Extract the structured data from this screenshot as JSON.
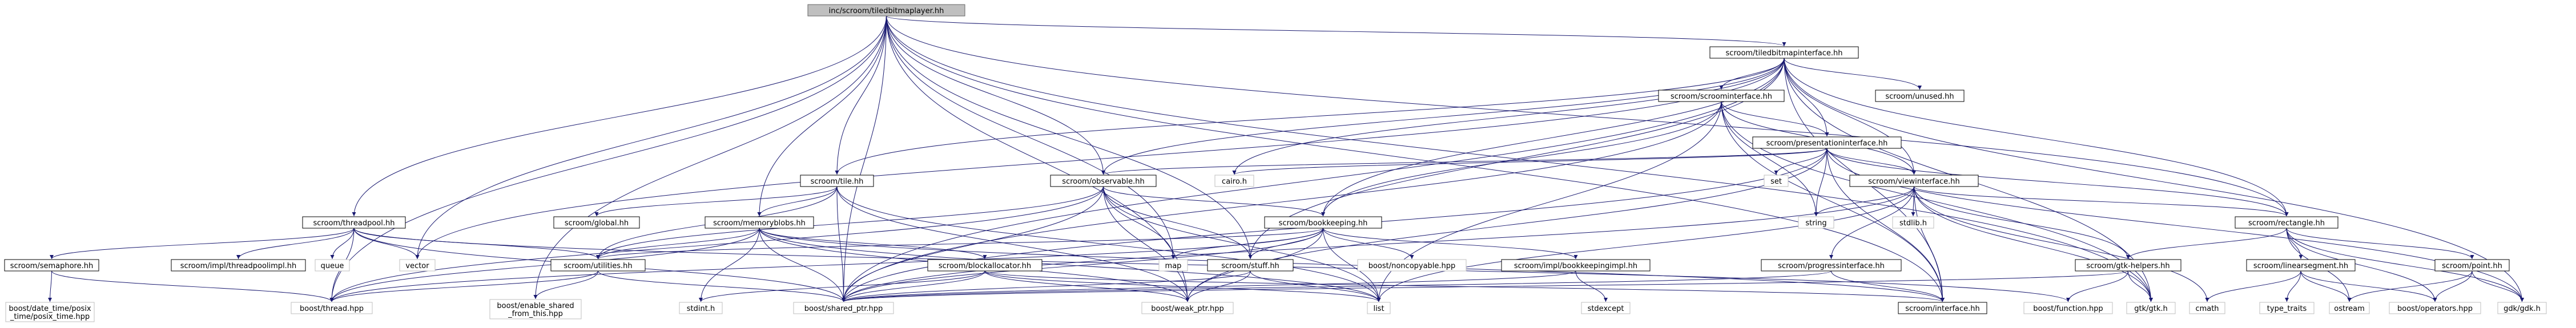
{
  "diagram": {
    "root": "inc/scroom/tiledbitmaplayer.hh",
    "colors": {
      "edge": "#191970",
      "root_fill": "#bfbfbf",
      "external_border": "#bfbfbf",
      "node_border": "#000000",
      "background": "#ffffff"
    },
    "nodes": [
      {
        "id": "root",
        "label": [
          "inc/scroom/tiledbitmaplayer.hh"
        ],
        "kind": "root"
      },
      {
        "id": "tbi",
        "label": [
          "scroom/tiledbitmapinterface.hh"
        ],
        "kind": "header"
      },
      {
        "id": "scroomif",
        "label": [
          "scroom/scroominterface.hh"
        ],
        "kind": "header"
      },
      {
        "id": "unused",
        "label": [
          "scroom/unused.hh"
        ],
        "kind": "header"
      },
      {
        "id": "presif",
        "label": [
          "scroom/presentationinterface.hh"
        ],
        "kind": "header"
      },
      {
        "id": "viewif",
        "label": [
          "scroom/viewinterface.hh"
        ],
        "kind": "header"
      },
      {
        "id": "tile",
        "label": [
          "scroom/tile.hh"
        ],
        "kind": "header"
      },
      {
        "id": "observable",
        "label": [
          "scroom/observable.hh"
        ],
        "kind": "header"
      },
      {
        "id": "global",
        "label": [
          "scroom/global.hh"
        ],
        "kind": "header"
      },
      {
        "id": "memblobs",
        "label": [
          "scroom/memoryblobs.hh"
        ],
        "kind": "header"
      },
      {
        "id": "bookkeeping",
        "label": [
          "scroom/bookkeeping.hh"
        ],
        "kind": "header"
      },
      {
        "id": "threadpool",
        "label": [
          "scroom/threadpool.hh"
        ],
        "kind": "header"
      },
      {
        "id": "semaphore",
        "label": [
          "scroom/semaphore.hh"
        ],
        "kind": "header"
      },
      {
        "id": "tpimpl",
        "label": [
          "scroom/impl/threadpoolimpl.hh"
        ],
        "kind": "header"
      },
      {
        "id": "utilities",
        "label": [
          "scroom/utilities.hh"
        ],
        "kind": "header"
      },
      {
        "id": "blockalloc",
        "label": [
          "scroom/blockallocator.hh"
        ],
        "kind": "header"
      },
      {
        "id": "stuff",
        "label": [
          "scroom/stuff.hh"
        ],
        "kind": "header"
      },
      {
        "id": "bkimpl",
        "label": [
          "scroom/impl/bookkeepingimpl.hh"
        ],
        "kind": "header"
      },
      {
        "id": "progif",
        "label": [
          "scroom/progressinterface.hh"
        ],
        "kind": "header"
      },
      {
        "id": "gtkhelpers",
        "label": [
          "scroom/gtk-helpers.hh"
        ],
        "kind": "header"
      },
      {
        "id": "rect",
        "label": [
          "scroom/rectangle.hh"
        ],
        "kind": "header"
      },
      {
        "id": "linseg",
        "label": [
          "scroom/linearsegment.hh"
        ],
        "kind": "header"
      },
      {
        "id": "point",
        "label": [
          "scroom/point.hh"
        ],
        "kind": "header"
      },
      {
        "id": "ifacehh",
        "label": [
          "scroom/interface.hh"
        ],
        "kind": "header"
      },
      {
        "id": "cairo",
        "label": [
          "cairo.h"
        ],
        "kind": "external"
      },
      {
        "id": "set",
        "label": [
          "set"
        ],
        "kind": "external"
      },
      {
        "id": "string",
        "label": [
          "string"
        ],
        "kind": "external"
      },
      {
        "id": "stdlib",
        "label": [
          "stdlib.h"
        ],
        "kind": "external"
      },
      {
        "id": "vector",
        "label": [
          "vector"
        ],
        "kind": "external"
      },
      {
        "id": "queue",
        "label": [
          "queue"
        ],
        "kind": "external"
      },
      {
        "id": "map",
        "label": [
          "map"
        ],
        "kind": "external"
      },
      {
        "id": "list",
        "label": [
          "list"
        ],
        "kind": "external"
      },
      {
        "id": "bthread",
        "label": [
          "boost/thread.hpp"
        ],
        "kind": "external"
      },
      {
        "id": "bdatetime",
        "label": [
          "boost/date_time/posix",
          "_time/posix_time.hpp"
        ],
        "kind": "external"
      },
      {
        "id": "besft",
        "label": [
          "boost/enable_shared",
          "_from_this.hpp"
        ],
        "kind": "external"
      },
      {
        "id": "stdint",
        "label": [
          "stdint.h"
        ],
        "kind": "external"
      },
      {
        "id": "bshared",
        "label": [
          "boost/shared_ptr.hpp"
        ],
        "kind": "external"
      },
      {
        "id": "bweak",
        "label": [
          "boost/weak_ptr.hpp"
        ],
        "kind": "external"
      },
      {
        "id": "bnoncopy",
        "label": [
          "boost/noncopyable.hpp"
        ],
        "kind": "external"
      },
      {
        "id": "stdexcept",
        "label": [
          "stdexcept"
        ],
        "kind": "external"
      },
      {
        "id": "bfunction",
        "label": [
          "boost/function.hpp"
        ],
        "kind": "external"
      },
      {
        "id": "gtkgtk",
        "label": [
          "gtk/gtk.h"
        ],
        "kind": "external"
      },
      {
        "id": "cmath",
        "label": [
          "cmath"
        ],
        "kind": "external"
      },
      {
        "id": "typetraits",
        "label": [
          "type_traits"
        ],
        "kind": "external"
      },
      {
        "id": "ostream",
        "label": [
          "ostream"
        ],
        "kind": "external"
      },
      {
        "id": "bops",
        "label": [
          "boost/operators.hpp"
        ],
        "kind": "external"
      },
      {
        "id": "gdkgdk",
        "label": [
          "gdk/gdk.h"
        ],
        "kind": "external"
      }
    ],
    "edges": [
      [
        "root",
        "tbi"
      ],
      [
        "root",
        "tile"
      ],
      [
        "root",
        "observable"
      ],
      [
        "root",
        "memblobs"
      ],
      [
        "root",
        "threadpool"
      ],
      [
        "root",
        "vector"
      ],
      [
        "root",
        "map"
      ],
      [
        "root",
        "stuff"
      ],
      [
        "root",
        "bthread"
      ],
      [
        "root",
        "besft"
      ],
      [
        "root",
        "bshared"
      ],
      [
        "root",
        "bweak"
      ],
      [
        "root",
        "ifacehh"
      ],
      [
        "root",
        "rect"
      ],
      [
        "root",
        "gtkgtk"
      ],
      [
        "tbi",
        "scroomif"
      ],
      [
        "tbi",
        "unused"
      ],
      [
        "tbi",
        "presif"
      ],
      [
        "tbi",
        "viewif"
      ],
      [
        "tbi",
        "tile"
      ],
      [
        "tbi",
        "observable"
      ],
      [
        "tbi",
        "bookkeeping"
      ],
      [
        "tbi",
        "stuff"
      ],
      [
        "tbi",
        "cairo"
      ],
      [
        "tbi",
        "vector"
      ],
      [
        "tbi",
        "rect"
      ],
      [
        "tbi",
        "gdkgdk"
      ],
      [
        "tbi",
        "gtkgtk"
      ],
      [
        "tbi",
        "bshared"
      ],
      [
        "tbi",
        "ifacehh"
      ],
      [
        "scroomif",
        "presif"
      ],
      [
        "scroomif",
        "viewif"
      ],
      [
        "scroomif",
        "bookkeeping"
      ],
      [
        "scroomif",
        "string"
      ],
      [
        "scroomif",
        "list"
      ],
      [
        "scroomif",
        "bshared"
      ],
      [
        "scroomif",
        "ifacehh"
      ],
      [
        "scroomif",
        "gtkgtk"
      ],
      [
        "presif",
        "viewif"
      ],
      [
        "presif",
        "observable"
      ],
      [
        "presif",
        "rect"
      ],
      [
        "presif",
        "set"
      ],
      [
        "presif",
        "string"
      ],
      [
        "presif",
        "cairo"
      ],
      [
        "presif",
        "bshared"
      ],
      [
        "presif",
        "ifacehh"
      ],
      [
        "presif",
        "gdkgdk"
      ],
      [
        "presif",
        "bweak"
      ],
      [
        "viewif",
        "progif"
      ],
      [
        "viewif",
        "gtkhelpers"
      ],
      [
        "viewif",
        "rect"
      ],
      [
        "viewif",
        "stdlib"
      ],
      [
        "viewif",
        "string"
      ],
      [
        "viewif",
        "bshared"
      ],
      [
        "viewif",
        "ifacehh"
      ],
      [
        "viewif",
        "gtkgtk"
      ],
      [
        "viewif",
        "cmath"
      ],
      [
        "viewif",
        "list"
      ],
      [
        "tile",
        "global"
      ],
      [
        "tile",
        "memblobs"
      ],
      [
        "tile",
        "bshared"
      ],
      [
        "tile",
        "bweak"
      ],
      [
        "tile",
        "list"
      ],
      [
        "tile",
        "utilities"
      ],
      [
        "observable",
        "bookkeeping"
      ],
      [
        "observable",
        "utilities"
      ],
      [
        "observable",
        "map"
      ],
      [
        "observable",
        "list"
      ],
      [
        "observable",
        "bshared"
      ],
      [
        "observable",
        "bweak"
      ],
      [
        "observable",
        "bthread"
      ],
      [
        "observable",
        "stuff"
      ],
      [
        "memblobs",
        "utilities"
      ],
      [
        "memblobs",
        "blockalloc"
      ],
      [
        "memblobs",
        "bshared"
      ],
      [
        "memblobs",
        "bthread"
      ],
      [
        "memblobs",
        "stdint"
      ],
      [
        "memblobs",
        "list"
      ],
      [
        "memblobs",
        "bweak"
      ],
      [
        "memblobs",
        "ifacehh"
      ],
      [
        "bookkeeping",
        "bkimpl"
      ],
      [
        "bookkeeping",
        "stuff"
      ],
      [
        "bookkeeping",
        "map"
      ],
      [
        "bookkeeping",
        "bnoncopy"
      ],
      [
        "bookkeeping",
        "bshared"
      ],
      [
        "bookkeeping",
        "bweak"
      ],
      [
        "bookkeeping",
        "list"
      ],
      [
        "bookkeeping",
        "bthread"
      ],
      [
        "bookkeeping",
        "utilities"
      ],
      [
        "threadpool",
        "semaphore"
      ],
      [
        "threadpool",
        "tpimpl"
      ],
      [
        "threadpool",
        "queue"
      ],
      [
        "threadpool",
        "vector"
      ],
      [
        "threadpool",
        "bthread"
      ],
      [
        "threadpool",
        "bshared"
      ],
      [
        "threadpool",
        "utilities"
      ],
      [
        "threadpool",
        "bfunction"
      ],
      [
        "semaphore",
        "bthread"
      ],
      [
        "semaphore",
        "bdatetime"
      ],
      [
        "utilities",
        "bthread"
      ],
      [
        "utilities",
        "besft"
      ],
      [
        "utilities",
        "bshared"
      ],
      [
        "blockalloc",
        "stdint"
      ],
      [
        "blockalloc",
        "bshared"
      ],
      [
        "blockalloc",
        "bweak"
      ],
      [
        "blockalloc",
        "list"
      ],
      [
        "blockalloc",
        "ifacehh"
      ],
      [
        "stuff",
        "bshared"
      ],
      [
        "stuff",
        "bweak"
      ],
      [
        "stuff",
        "list"
      ],
      [
        "bkimpl",
        "stdexcept"
      ],
      [
        "bkimpl",
        "bshared"
      ],
      [
        "progif",
        "bshared"
      ],
      [
        "progif",
        "ifacehh"
      ],
      [
        "gtkhelpers",
        "gtkgtk"
      ],
      [
        "gtkhelpers",
        "bfunction"
      ],
      [
        "gtkhelpers",
        "bshared"
      ],
      [
        "rect",
        "linseg"
      ],
      [
        "rect",
        "point"
      ],
      [
        "rect",
        "ostream"
      ],
      [
        "rect",
        "bops"
      ],
      [
        "rect",
        "gdkgdk"
      ],
      [
        "rect",
        "gtkhelpers"
      ],
      [
        "linseg",
        "cmath"
      ],
      [
        "linseg",
        "typetraits"
      ],
      [
        "linseg",
        "ostream"
      ],
      [
        "linseg",
        "bops"
      ],
      [
        "point",
        "ostream"
      ],
      [
        "point",
        "bops"
      ],
      [
        "point",
        "gdkgdk"
      ]
    ]
  }
}
